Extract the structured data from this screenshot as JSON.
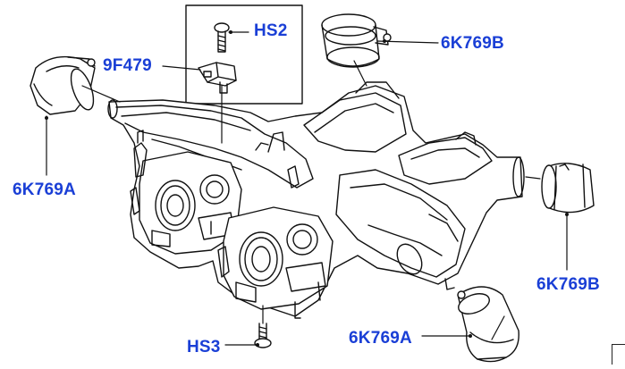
{
  "callouts": {
    "hs2": "HS2",
    "sensor_9f479": "9F479",
    "hose_6k769b_top": "6K769B",
    "hose_6k769a_left": "6K769A",
    "hose_6k769b_right": "6K769B",
    "hose_6k769a_bottom": "6K769A",
    "hs3": "HS3"
  },
  "colors": {
    "label": "#1a3fd6",
    "line": "#111111"
  }
}
